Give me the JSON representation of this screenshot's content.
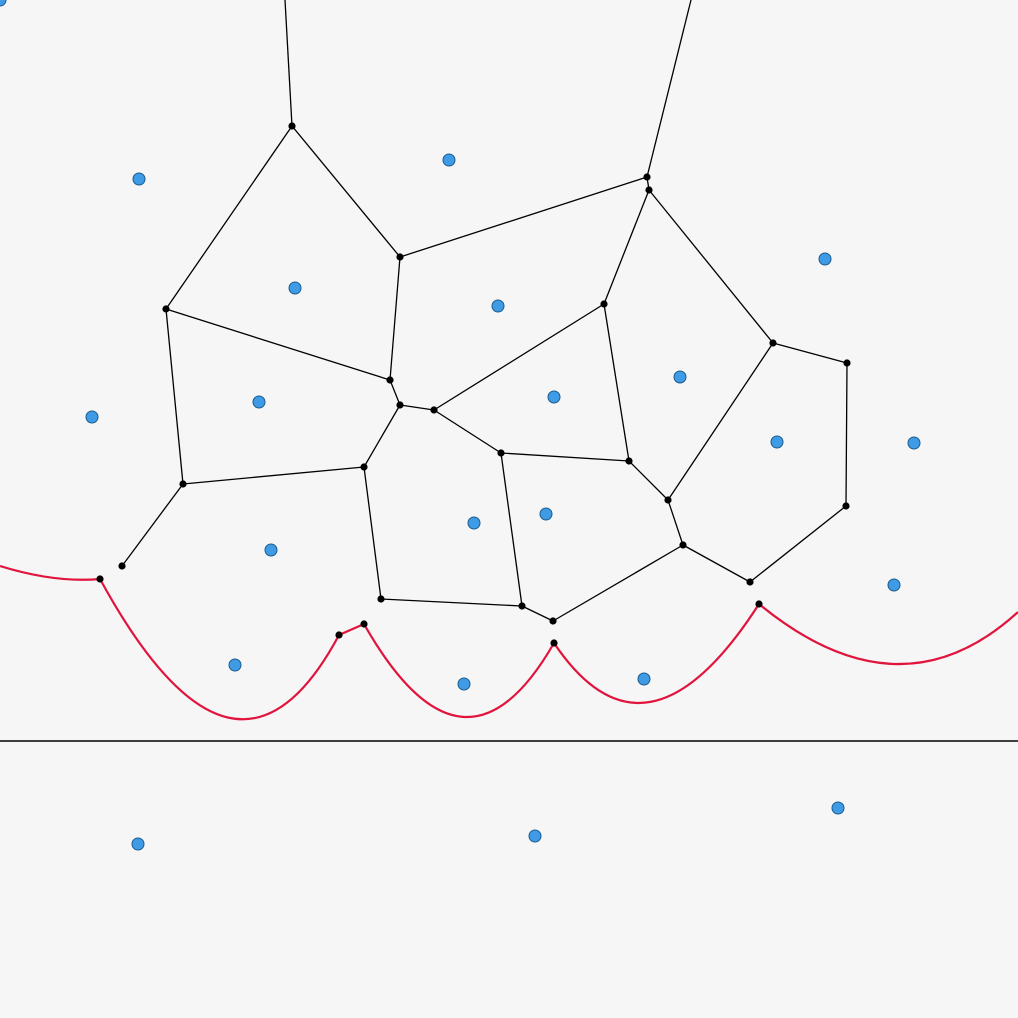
{
  "diagram": {
    "type": "voronoi-fortune-sweep",
    "colors": {
      "background": "#f6f6f6",
      "site": "#3f9be6",
      "site_outline": "#1c5c8c",
      "edge": "#000000",
      "vertex": "#000000",
      "sweep_line": "#000000",
      "beach_line": "#e0143c"
    },
    "sites": [
      {
        "label": ""
      },
      {
        "label": ""
      },
      {
        "label": ""
      },
      {
        "label": ""
      },
      {
        "label": ""
      },
      {
        "label": ""
      },
      {
        "label": ""
      },
      {
        "label": ""
      },
      {
        "label": ""
      },
      {
        "label": ""
      },
      {
        "label": ""
      },
      {
        "label": ""
      },
      {
        "label": ""
      },
      {
        "label": ""
      },
      {
        "label": ""
      },
      {
        "label": ""
      },
      {
        "label": ""
      },
      {
        "label": ""
      },
      {
        "label": ""
      },
      {
        "label": ""
      },
      {
        "label": ""
      },
      {
        "label": ""
      }
    ],
    "swept_site_count": 19,
    "pending_site_count": 3
  }
}
